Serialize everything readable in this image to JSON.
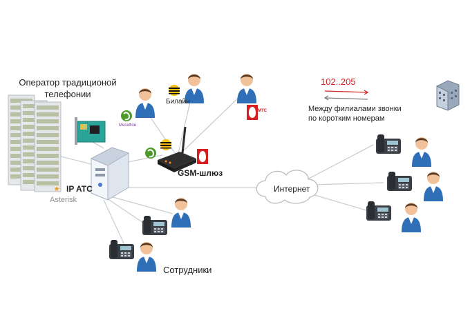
{
  "labels": {
    "operator_line1": "Оператор традиционой",
    "operator_line2": "телефонии",
    "beeline": "Билайн",
    "megafon": "МегаФон",
    "mts": "МТС",
    "gsm": "GSM-шлюз",
    "ip_atc": "IP ATC",
    "asterisk": "Asterisk",
    "internet": "Интернет",
    "employees": "Сотрудники",
    "range": "102..205",
    "between_line1": "Между филиалами звонки",
    "between_line2": "по коротким номерам"
  },
  "colors": {
    "line": "#c9ced3",
    "accent_red": "#d42020",
    "person_head": "#f1c29a",
    "person_body": "#2e6fb8",
    "phone": "#3a3f45",
    "server": "#e9edf3",
    "beeline_yellow": "#f4c20d",
    "megafon_green": "#4c9a2a",
    "megafon_purple": "#7c3a97",
    "asterisk_orange": "#f29a1d"
  },
  "icons": {
    "server": "pbx-server-icon",
    "person": "user-icon",
    "phone": "desk-phone-icon",
    "cloud": "cloud-icon",
    "router": "gsm-router-icon",
    "building": "office-building-icon"
  }
}
